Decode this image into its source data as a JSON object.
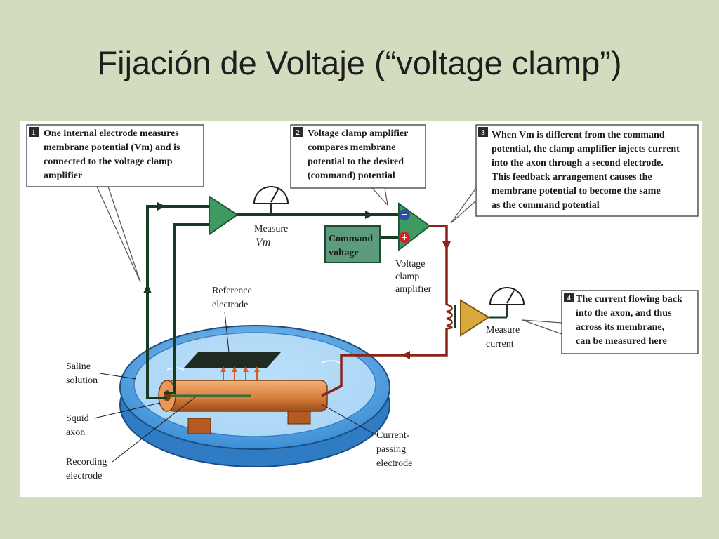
{
  "title": "Fijación de Voltaje (“voltage clamp”)",
  "callouts": [
    {
      "number": "1",
      "lines": [
        "One internal electrode measures",
        "membrane potential (Vm) and is",
        "connected to the voltage clamp",
        "amplifier"
      ]
    },
    {
      "number": "2",
      "lines": [
        "Voltage clamp amplifier",
        "compares membrane",
        "potential to the desired",
        "(command) potential"
      ]
    },
    {
      "number": "3",
      "lines": [
        "When Vm is different from the command",
        "potential, the clamp amplifier injects current",
        "into the axon through a second electrode.",
        "This feedback arrangement causes the",
        "membrane potential to become the same",
        "as the command potential"
      ]
    },
    {
      "number": "4",
      "lines": [
        "The current flowing back",
        "into the axon, and thus",
        "across its membrane,",
        "can be measured here"
      ]
    }
  ],
  "labels": {
    "measure_vm": [
      "Measure",
      "Vm"
    ],
    "command_voltage": [
      "Command",
      "voltage"
    ],
    "voltage_clamp_amplifier": [
      "Voltage",
      "clamp",
      "amplifier"
    ],
    "measure_current": [
      "Measure",
      "current"
    ],
    "reference_electrode": [
      "Reference",
      "electrode"
    ],
    "saline_solution": [
      "Saline",
      "solution"
    ],
    "squid_axon": [
      "Squid",
      "axon"
    ],
    "recording_electrode": [
      "Recording",
      "electrode"
    ],
    "current_passing_electrode": [
      "Current-",
      "passing",
      "electrode"
    ]
  },
  "colors": {
    "background": "#d4dcc0",
    "wire_dark": "#173a25",
    "wire_current": "#8a2418",
    "amplifier_green": "#3f9a62",
    "amplifier_gold": "#d9a93c",
    "command_box": "#5c9c7c",
    "saline_blue": "#3c8fd6",
    "axon_orange": "#d9803e"
  }
}
